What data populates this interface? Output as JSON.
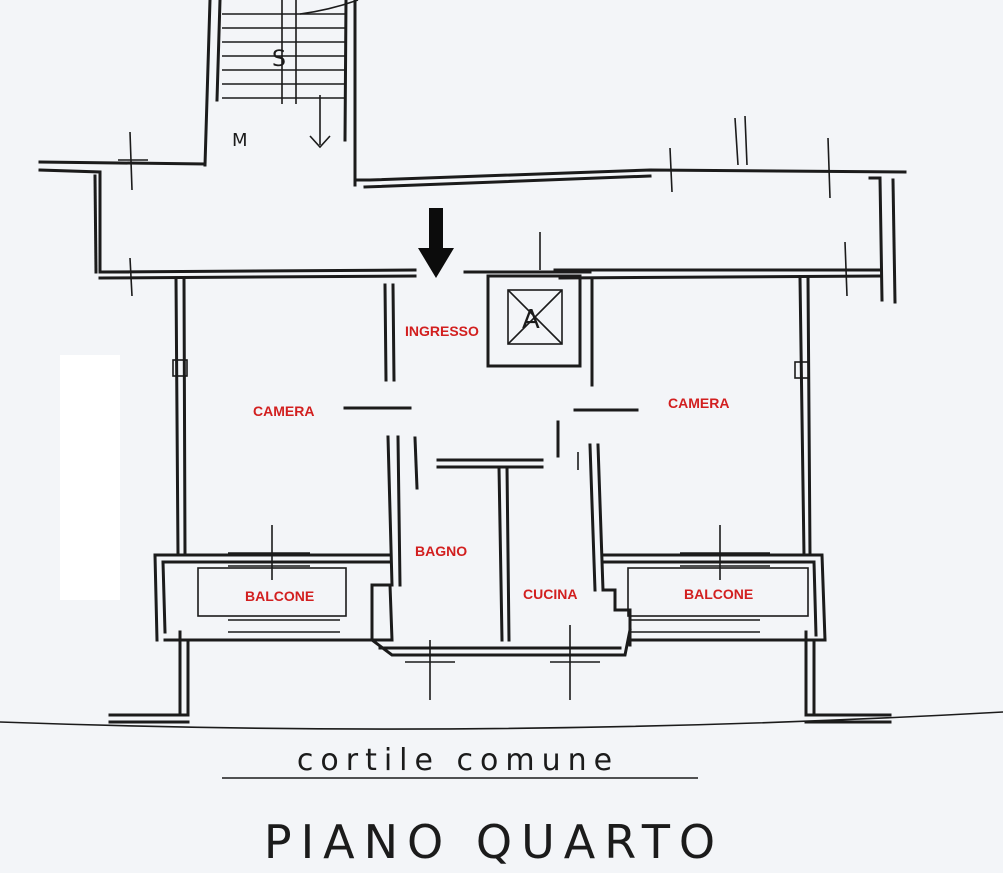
{
  "plan": {
    "rooms": [
      {
        "id": "ingresso",
        "label": "INGRESSO"
      },
      {
        "id": "camera-left",
        "label": "CAMERA"
      },
      {
        "id": "camera-right",
        "label": "CAMERA"
      },
      {
        "id": "bagno",
        "label": "BAGNO"
      },
      {
        "id": "cucina",
        "label": "CUCINA"
      },
      {
        "id": "balcone-left",
        "label": "BALCONE"
      },
      {
        "id": "balcone-right",
        "label": "BALCONE"
      }
    ],
    "stair_marks": {
      "left": "M",
      "up": "S"
    },
    "lift_mark": "A",
    "subtitle": "cortile comune",
    "title": "PIANO QUARTO",
    "colors": {
      "label": "#d21f1f",
      "ink": "#1b1b1b",
      "paper": "#f3f5f8"
    }
  }
}
